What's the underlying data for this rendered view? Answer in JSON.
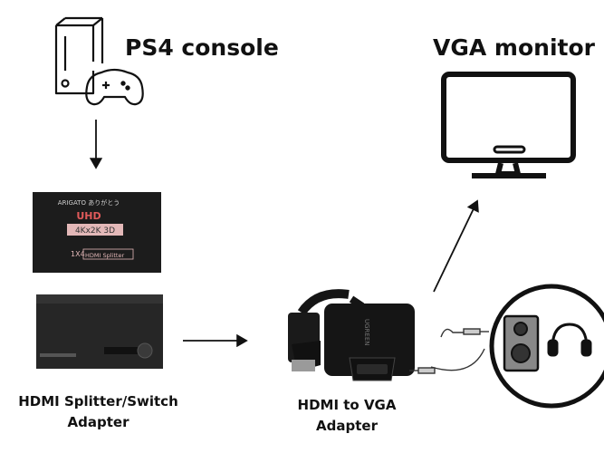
{
  "labels": {
    "ps4_console": "PS4 console",
    "vga_monitor": "VGA monitor",
    "splitter_line1": "HDMI Splitter/Switch",
    "splitter_line2": "Adapter",
    "hdmi_vga_line1": "HDMI to VGA",
    "hdmi_vga_line2": "Adapter"
  },
  "splitter_photo": {
    "brand_top": "ARIGATO ありがとう",
    "uhd": "UHD",
    "resolution": "4Kx2K 3D",
    "model": "1X4",
    "model_text": "HDMI Splitter"
  },
  "adapter_photo": {
    "brand": "UGREEN"
  },
  "icons": [
    "pc-tower-icon",
    "gamepad-icon",
    "monitor-icon",
    "speaker-icon",
    "headphones-icon"
  ],
  "colors": {
    "ink": "#111111",
    "device_body": "#1c1c1c",
    "uhd_red": "#e05a5a",
    "badge_bg": "#e3b8b8"
  }
}
